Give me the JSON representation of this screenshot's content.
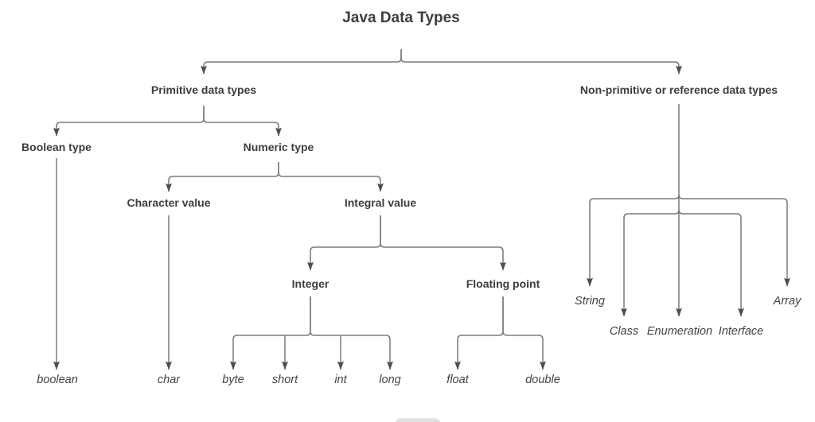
{
  "colors": {
    "background": "#ffffff",
    "line": "#7a7a7a",
    "arrowhead": "#4e4e4e",
    "text": "#3d3d3d",
    "pill": "#d9d9d9"
  },
  "tree": {
    "label": "Java Data Types",
    "children": [
      {
        "label": "Primitive data types",
        "children": [
          {
            "label": "Boolean type",
            "children": [
              {
                "label": "boolean"
              }
            ]
          },
          {
            "label": "Numeric type",
            "children": [
              {
                "label": "Character value",
                "children": [
                  {
                    "label": "char"
                  }
                ]
              },
              {
                "label": "Integral value",
                "children": [
                  {
                    "label": "Integer",
                    "children": [
                      {
                        "label": "byte"
                      },
                      {
                        "label": "short"
                      },
                      {
                        "label": "int"
                      },
                      {
                        "label": "long"
                      }
                    ]
                  },
                  {
                    "label": "Floating point",
                    "children": [
                      {
                        "label": "float"
                      },
                      {
                        "label": "double"
                      }
                    ]
                  }
                ]
              }
            ]
          }
        ]
      },
      {
        "label": "Non-primitive or reference data types",
        "children": [
          {
            "label": "String"
          },
          {
            "label": "Class"
          },
          {
            "label": "Enumeration"
          },
          {
            "label": "Interface"
          },
          {
            "label": "Array"
          }
        ]
      }
    ]
  }
}
